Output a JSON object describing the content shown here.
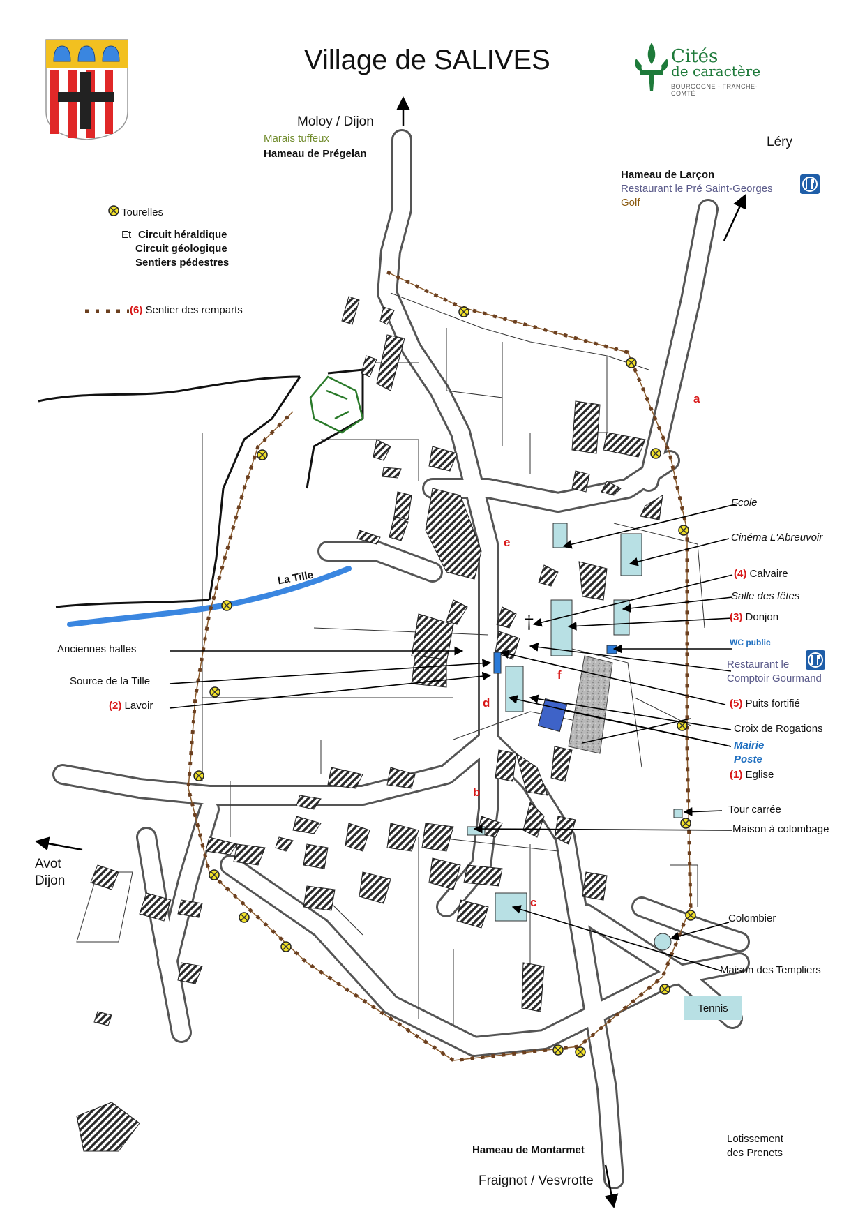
{
  "title": "Village de SALIVES",
  "logo": {
    "name": "Cités de caractère",
    "line1": "Cités",
    "line2": "de caractère",
    "line3": "BOURGOGNE - FRANCHE-COMTÉ"
  },
  "legend": {
    "tourelles": "Tourelles",
    "et": "Et",
    "circuit_heraldique": "Circuit  héraldique",
    "circuit_geologique": "Circuit  géologique",
    "sentiers": "Sentiers pédestres",
    "remparts_num": "(6)",
    "remparts": "Sentier des remparts"
  },
  "directions": {
    "north": "Moloy  / Dijon",
    "marais": "Marais tuffeux",
    "pregelan": "Hameau de Prégelan",
    "lery": "Léry",
    "larcon": "Hameau de Larçon",
    "restaurant_pre": "Restaurant le Pré Saint-Georges",
    "golf": "Golf",
    "avot": "Avot",
    "dijon": "Dijon",
    "montarmet": "Hameau de Montarmet",
    "fraignot": "Fraignot / Vesvrotte",
    "lotissement_1": "Lotissement",
    "lotissement_2": "des Prenets"
  },
  "river": "La Tille",
  "places_left": {
    "halles": "Anciennes halles",
    "source": "Source de la Tille",
    "lavoir_num": "(2)",
    "lavoir": "Lavoir"
  },
  "places_right": {
    "ecole": "Ecole",
    "cinema": "Cinéma L'Abreuvoir",
    "calvaire_num": "(4)",
    "calvaire": "Calvaire",
    "salle": "Salle des fêtes",
    "donjon_num": "(3)",
    "donjon": "Donjon",
    "wc": "WC public",
    "restaurant_1": "Restaurant le",
    "restaurant_2": "Comptoir Gourmand",
    "puits_num": "(5)",
    "puits": "Puits fortifié",
    "croix": "Croix de Rogations",
    "mairie": "Mairie",
    "poste": "Poste",
    "eglise_num": "(1)",
    "eglise": "Eglise",
    "tour": "Tour carrée",
    "maison_colombage": "Maison à colombage",
    "colombier": "Colombier",
    "templiers": "Maison des Templiers",
    "tennis": "Tennis"
  },
  "letters": {
    "a": "a",
    "b": "b",
    "c": "c",
    "d": "d",
    "e": "e",
    "f": "f"
  },
  "colors": {
    "river": "#3a86e0",
    "rampart_dots": "#6b3f1f",
    "rampart_line": "#8a5a2b",
    "tourelle": "#f2e22a",
    "highlight_building": "#b8e0e4",
    "mairie_building": "#3e63c8",
    "eglise": "#9a9a9a",
    "red_numbers": "#d81818",
    "golf_text": "#8a5a10",
    "marais_text": "#6f8a2a",
    "restaurant_text": "#5a5a8a",
    "mairie_text": "#1f6fc0",
    "logo_green": "#1e7a3a"
  }
}
